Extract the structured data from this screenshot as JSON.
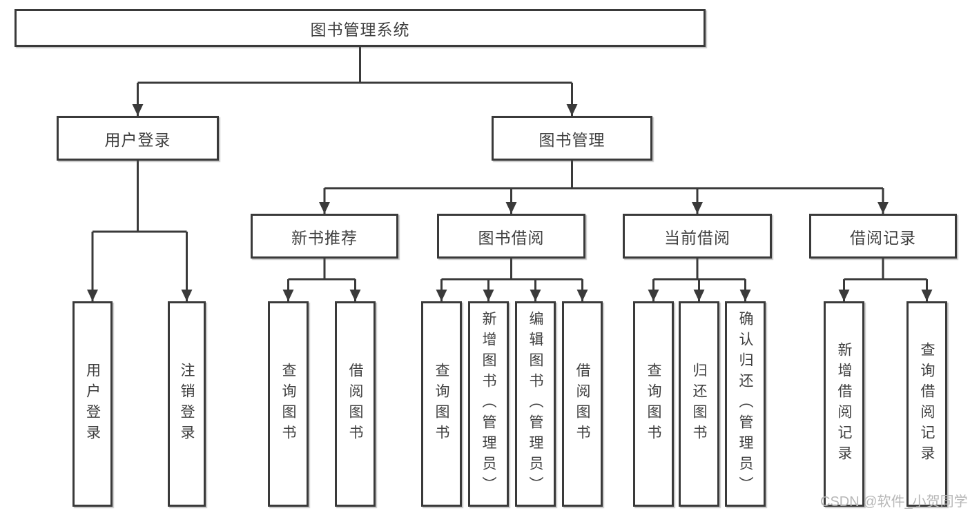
{
  "diagram": {
    "type": "hierarchy-tree",
    "colors": {
      "line": "#3a3a3a",
      "box_border": "#3a3a3a",
      "text": "#3f3f3f",
      "background": "#ffffff",
      "watermark": "#b7b7b7"
    },
    "root": {
      "label": "图书管理系统"
    },
    "branches": [
      {
        "label": "用户登录",
        "children": [
          {
            "label": "用户登录"
          },
          {
            "label": "注销登录"
          }
        ]
      },
      {
        "label": "图书管理",
        "children": [
          {
            "label": "新书推荐",
            "children": [
              {
                "label": "查询图书"
              },
              {
                "label": "借阅图书"
              }
            ]
          },
          {
            "label": "图书借阅",
            "children": [
              {
                "label": "查询图书"
              },
              {
                "label": "新增图书（管理员）"
              },
              {
                "label": "编辑图书（管理员）"
              },
              {
                "label": "借阅图书"
              }
            ]
          },
          {
            "label": "当前借阅",
            "children": [
              {
                "label": "查询图书"
              },
              {
                "label": "归还图书"
              },
              {
                "label": "确认归还（管理员）"
              }
            ]
          },
          {
            "label": "借阅记录",
            "children": [
              {
                "label": "新增借阅记录"
              },
              {
                "label": "查询借阅记录"
              }
            ]
          }
        ]
      }
    ],
    "watermark": "CSDN @软件_小贺同学"
  }
}
